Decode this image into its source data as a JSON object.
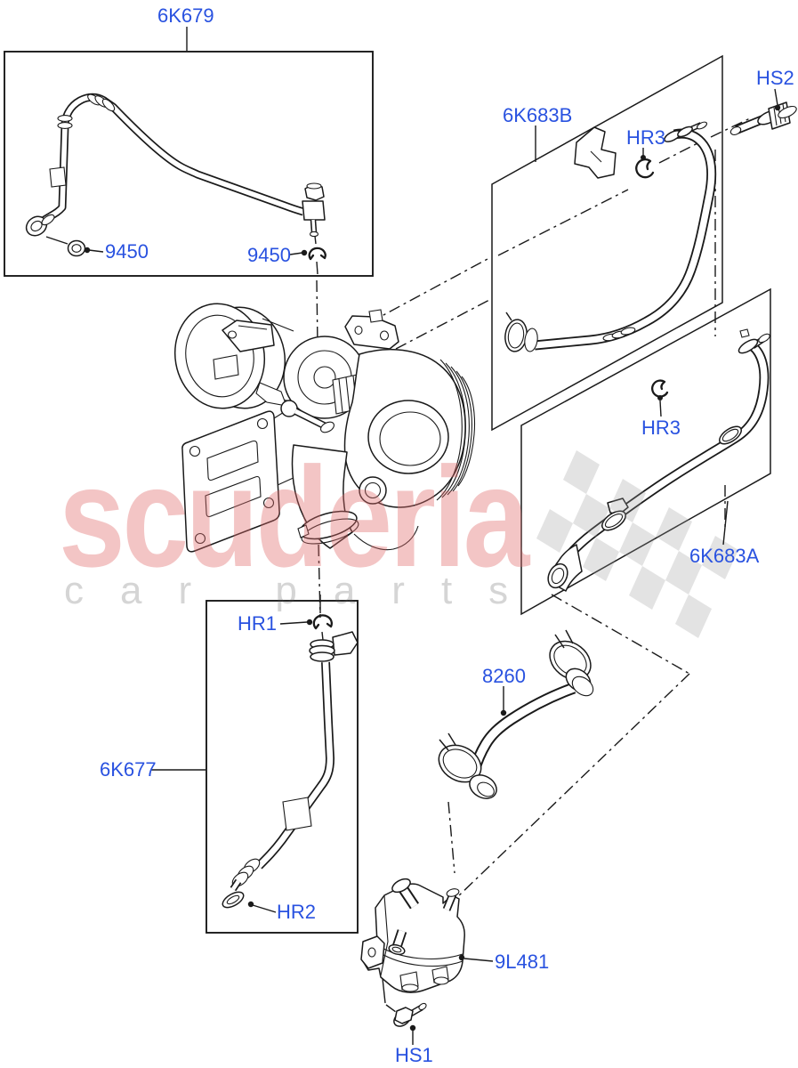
{
  "page": {
    "background": "#ffffff"
  },
  "watermark": {
    "brand": "scuderia",
    "subtitle": "car parts"
  },
  "callouts": {
    "pipe_assembly_top": "6K679",
    "washer_left": "9450",
    "washer_right": "9450",
    "hose_panel_upper": "6K683B",
    "screw_upper": "HS2",
    "clip_upper": "HR3",
    "clip_lower_panel": "HR3",
    "hose_panel_lower": "6K683A",
    "clip_hr1": "HR1",
    "pipe_assembly_bottom": "6K677",
    "gasket_hr2": "HR2",
    "hose_8260": "8260",
    "connector_9l481": "9L481",
    "screw_lower": "HS1"
  },
  "colors": {
    "label_link_blue": "#2952e0",
    "line_art": "#1a1a1a",
    "brand_watermark_tint": "#e06a6a",
    "subtitle_watermark_tint": "#555555",
    "checker_watermark_tint": "#9a9a9a"
  }
}
